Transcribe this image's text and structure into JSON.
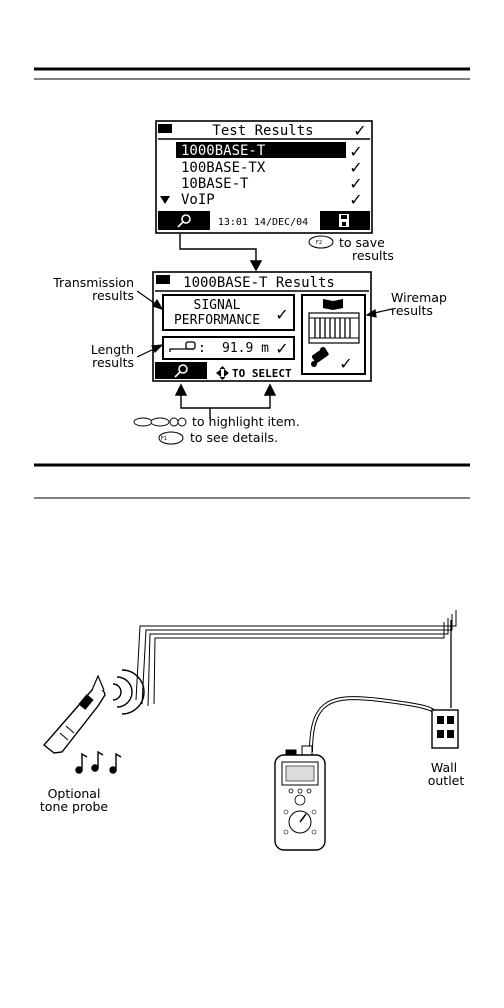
{
  "screen1": {
    "title": "Test Results",
    "items": [
      {
        "label": "1000BASE-T",
        "selected": true
      },
      {
        "label": "100BASE-TX",
        "selected": false
      },
      {
        "label": "10BASE-T",
        "selected": false
      },
      {
        "label": "VoIP",
        "selected": false
      }
    ],
    "timestamp": "13:01 14/DEC/04"
  },
  "screen2": {
    "title": "1000BASE-T Results",
    "signal_line1": "SIGNAL",
    "signal_line2": "PERFORMANCE",
    "length_label": ":",
    "length_value": "91.9 m",
    "hint": "TO SELECT"
  },
  "check": "✓",
  "annotations": {
    "save_line1": "to save",
    "save_line2": "results",
    "transmission_line1": "Transmission",
    "transmission_line2": "results",
    "length_line1": "Length",
    "length_line2": "results",
    "wiremap_line1": "Wiremap",
    "wiremap_line2": "results",
    "highlight": "to highlight item.",
    "details": "to see details.",
    "key_f1": "F1",
    "key_f2": "F2"
  },
  "diagram2": {
    "probe_line1": "Optional",
    "probe_line2": "tone probe",
    "outlet_line1": "Wall",
    "outlet_line2": "outlet"
  }
}
